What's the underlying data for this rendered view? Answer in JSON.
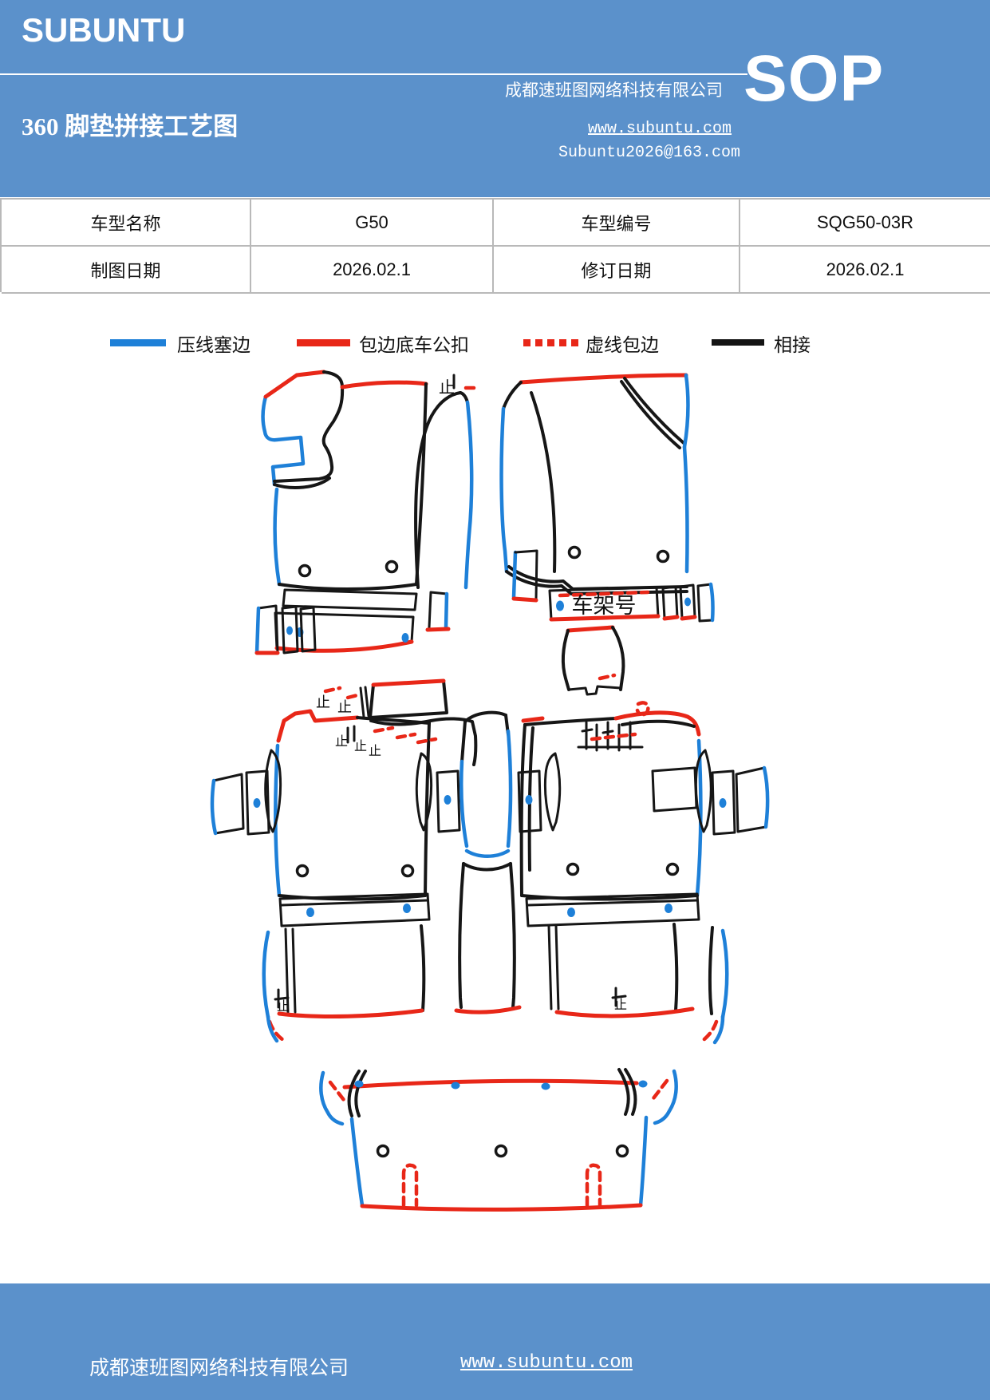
{
  "header": {
    "logo": "SUBUNTU",
    "title": "360 脚垫拼接工艺图",
    "company": "成都速班图网络科技有限公司",
    "website": "www.subuntu.com",
    "email": "Subuntu2026@163.com",
    "sop_label": "SOP"
  },
  "info_table": {
    "rows": [
      [
        "车型名称",
        "G50",
        "车型编号",
        "SQG50-03R"
      ],
      [
        "制图日期",
        "2026.02.1",
        "修订日期",
        "2026.02.1"
      ]
    ]
  },
  "legend": {
    "items": [
      {
        "label": "压线塞边",
        "color": "#1e80d8",
        "style": "solid"
      },
      {
        "label": "包边底车公扣",
        "color": "#e82718",
        "style": "solid"
      },
      {
        "label": "虚线包边",
        "color": "#e82718",
        "style": "dashed"
      },
      {
        "label": "相接",
        "color": "#141414",
        "style": "solid"
      }
    ]
  },
  "diagram": {
    "vin_label": "车架号",
    "stop_label": "止",
    "colors": {
      "press_line": "#1e80d8",
      "binding_male": "#e82718",
      "dashed_binding": "#e82718",
      "joint": "#161616"
    }
  },
  "footer": {
    "company": "成都速班图网络科技有限公司",
    "website": "www.subuntu.com"
  },
  "page": {
    "accent_blue": "#5b91cb"
  }
}
